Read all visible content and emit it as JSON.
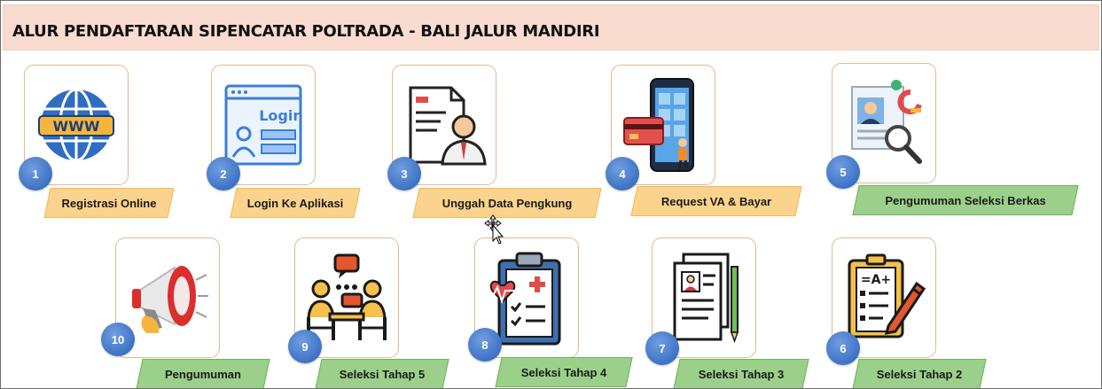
{
  "title": "ALUR PENDAFTARAN SIPENCATAR POLTRADA - BALI JALUR MANDIRI",
  "colors": {
    "header_bg": "#f9dccf",
    "label_orange": "#fbd38d",
    "label_green": "#9bd08a",
    "number_badge": "#3e72c4",
    "card_border": "#e4b98d"
  },
  "steps": [
    {
      "number": "1",
      "label": "Registrasi Online",
      "icon": "www-globe-icon",
      "label_color": "orange"
    },
    {
      "number": "2",
      "label": "Login Ke Aplikasi",
      "icon": "login-screen-icon",
      "label_color": "orange"
    },
    {
      "number": "3",
      "label": "Unggah Data Pengkung",
      "icon": "document-upload-person-icon",
      "label_color": "orange"
    },
    {
      "number": "4",
      "label": "Request VA & Bayar",
      "icon": "mobile-payment-icon",
      "label_color": "orange"
    },
    {
      "number": "5",
      "label": "Pengumuman Seleksi Berkas",
      "icon": "cv-search-icon",
      "label_color": "green"
    },
    {
      "number": "6",
      "label": "Seleksi Tahap 2",
      "icon": "exam-clipboard-icon",
      "label_color": "green"
    },
    {
      "number": "7",
      "label": "Seleksi Tahap 3",
      "icon": "document-pencil-icon",
      "label_color": "green"
    },
    {
      "number": "8",
      "label": "Seleksi Tahap 4",
      "icon": "medical-clipboard-icon",
      "label_color": "green"
    },
    {
      "number": "9",
      "label": "Seleksi Tahap 5",
      "icon": "interview-icon",
      "label_color": "green"
    },
    {
      "number": "10",
      "label": "Pengumuman",
      "icon": "megaphone-icon",
      "label_color": "green"
    }
  ]
}
